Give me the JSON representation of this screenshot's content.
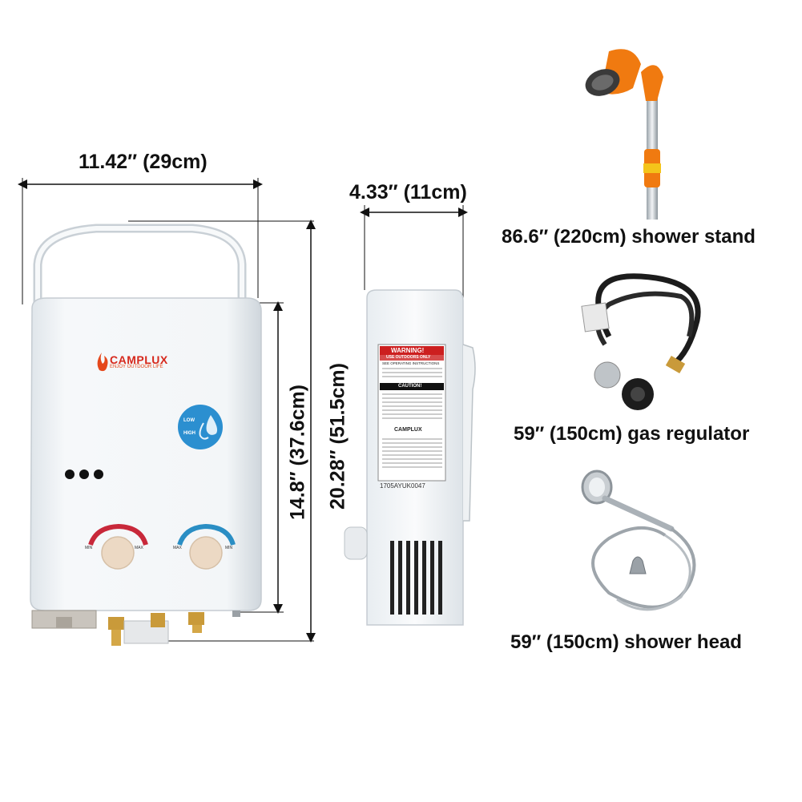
{
  "dimensions": {
    "width": "11.42″ (29cm)",
    "depth": "4.33″ (11cm)",
    "body_height": "14.8″ (37.6cm)",
    "total_height": "20.28″ (51.5cm)"
  },
  "front_unit": {
    "brand": "CAMPLUX",
    "tagline": "ENJOY OUTDOOR LIFE",
    "badge_top": "LOW",
    "badge_bottom": "HIGH",
    "left_knob_min": "MIN",
    "left_knob_max": "MAX",
    "right_knob_max": "MAX",
    "right_knob_min": "MIN"
  },
  "side_unit": {
    "warning_title": "WARNING!",
    "warning_sub": "USE OUTDOORS ONLY",
    "instructions": "SEE OPERATING INSTRUCTIONS",
    "caution": "CAUTION!",
    "label_brand": "CAMPLUX",
    "serial": "1705AYUK0047"
  },
  "accessories": [
    {
      "label": "86.6″ (220cm) shower stand",
      "icon": "shower-stand"
    },
    {
      "label": "59″ (150cm) gas regulator",
      "icon": "gas-regulator"
    },
    {
      "label": "59″ (150cm) shower head",
      "icon": "shower-head"
    }
  ],
  "colors": {
    "unit_body": "#eef2f6",
    "brand_red": "#d6281c",
    "knob_red": "#c8283a",
    "knob_blue": "#2a8ec4",
    "orange": "#f07a10",
    "warning_red": "#cc1f1f"
  }
}
